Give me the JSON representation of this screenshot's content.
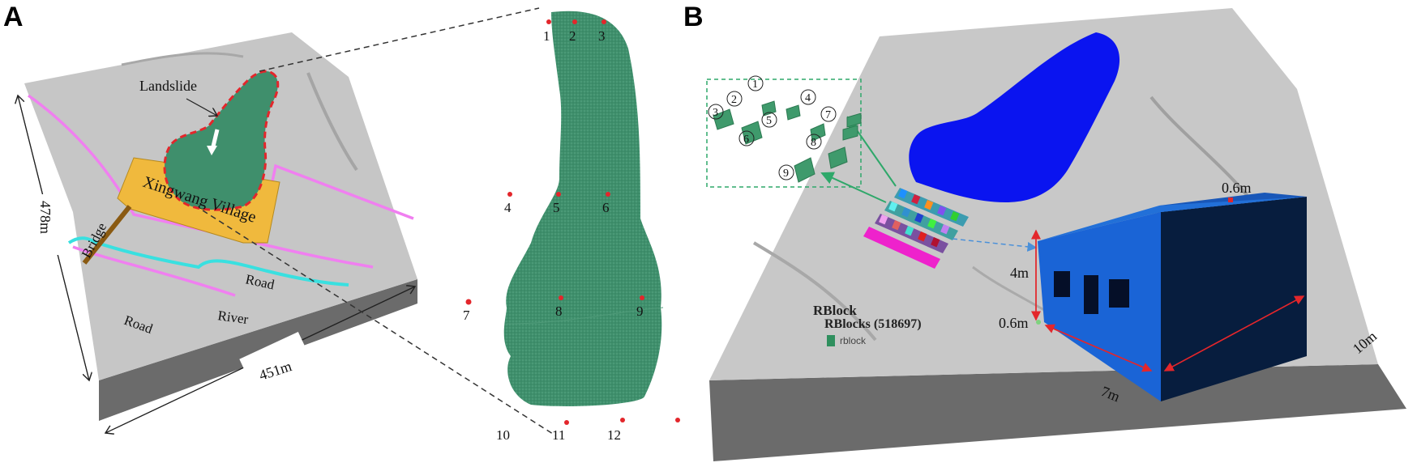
{
  "panel_a": {
    "letter": "A",
    "labels": {
      "landslide": "Landslide",
      "village": "Xingwang Village",
      "bridge": "Bridge",
      "road_upper": "Road",
      "road_lower": "Road",
      "river": "River",
      "dim_height": "478m",
      "dim_width": "451m"
    },
    "monitor_points": [
      "1",
      "2",
      "3",
      "4",
      "5",
      "6",
      "7",
      "8",
      "9",
      "10",
      "11",
      "12"
    ],
    "colors": {
      "terrain": "#c4c4c4",
      "terrain_side": "#6b6b6b",
      "landslide": "#3f8f6c",
      "boundary": "#e3262b",
      "village": "#f0b93d",
      "road": "#f07ff0",
      "river": "#39e0e0",
      "bridge": "#8a5a12",
      "point": "#e3262b"
    }
  },
  "panel_b": {
    "letter": "B",
    "building_ids": [
      "1",
      "2",
      "3",
      "4",
      "5",
      "6",
      "7",
      "8",
      "9"
    ],
    "legend": {
      "title": "RBlock",
      "subtitle": "RBlocks (518697)",
      "item": "rblock"
    },
    "dimensions": {
      "wall_top": "0.6m",
      "height": "4m",
      "wall_bottom": "0.6m",
      "length": "7m",
      "depth": "10m"
    },
    "colors": {
      "landslide_mass": "#0a14f0",
      "building_front": "#1a64d6",
      "building_side": "#071d3e",
      "building_top": "#1957b8",
      "dim_arrow": "#e3262b",
      "callout_box": "#2fa86a",
      "rblock_bar": "#ee22cc"
    }
  }
}
